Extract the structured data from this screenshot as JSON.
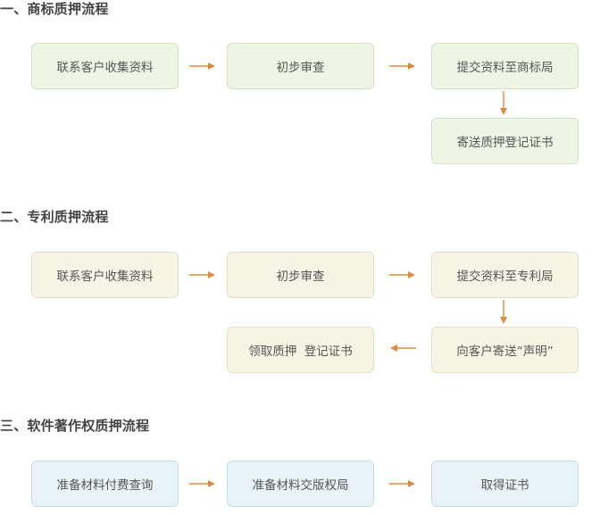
{
  "sections": [
    {
      "title": "一、商标质押流程",
      "steps": [
        "联系客户收集资料",
        "初步审查",
        "提交资料至商标局",
        "寄送质押登记证书"
      ]
    },
    {
      "title": "二、专利质押流程",
      "steps": [
        "联系客户收集资料",
        "初步审查",
        "提交资料至专利局",
        "向客户寄送“声明”",
        "领取质押  登记证书"
      ]
    },
    {
      "title": "三、软件著作权质押流程",
      "steps": [
        "准备材料付费查询",
        "准备材料交版权局",
        "取得证书"
      ]
    }
  ],
  "colors": {
    "arrow": "#e08a3c",
    "section1_fill": "#eef5e4",
    "section2_fill": "#f7f4e6",
    "section3_fill": "#e7f3f7",
    "title_text": "#444444",
    "box_text": "#555555"
  },
  "icons": {
    "arrow": "arrow-right-icon / arrow-down-icon / arrow-left-icon"
  }
}
